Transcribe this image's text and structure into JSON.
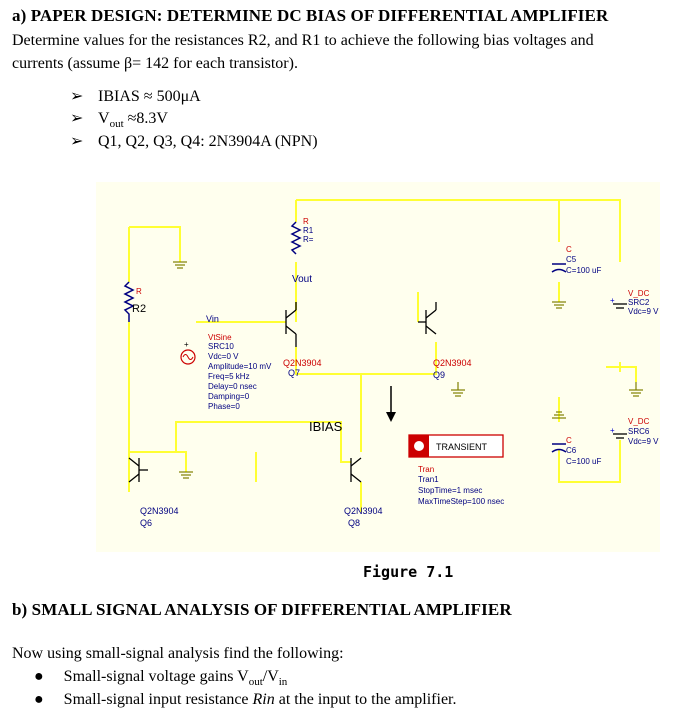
{
  "section_a": {
    "heading": "a) PAPER DESIGN: DETERMINE DC BIAS OF DIFFERENTIAL AMPLIFIER",
    "intro_line1": "Determine values for the resistances R2, and R1 to achieve the following bias voltages and",
    "intro_line2": "currents (assume β= 142 for each transistor).",
    "bullets": [
      {
        "prefix": "IBIAS ≈ 500μA"
      },
      {
        "prefix": "V",
        "sub": "out",
        "suffix": " ≈8.3V"
      },
      {
        "prefix": "Q1, Q2, Q3, Q4: 2N3904A (NPN)"
      }
    ]
  },
  "schematic": {
    "r1": {
      "type": "R",
      "name": "R1",
      "value": "R="
    },
    "r2": {
      "type": "R",
      "name": "R2"
    },
    "vout_label": "Vout",
    "vin_label": "Vin",
    "vsin": {
      "name": "VtSine",
      "ref": "SRC10",
      "vdc": "Vdc=0 V",
      "amp": "Amplitude=10 mV",
      "freq": "Freq=5 kHz",
      "delay": "Delay=0 nsec",
      "damping": "Damping=0",
      "phase": "Phase=0"
    },
    "q7": {
      "model": "Q2N3904",
      "ref": "Q7"
    },
    "q9": {
      "model": "Q2N3904",
      "ref": "Q9"
    },
    "q6": {
      "model": "Q2N3904",
      "ref": "Q6"
    },
    "q8": {
      "model": "Q2N3904",
      "ref": "Q8"
    },
    "ibias_label": "IBIAS",
    "c5": {
      "type": "C",
      "ref": "C5",
      "value": "C=100 uF"
    },
    "c6": {
      "type": "C",
      "ref": "C6",
      "value": "C=100 uF"
    },
    "src2": {
      "type": "V_DC",
      "ref": "SRC2",
      "value": "Vdc=9 V"
    },
    "src6": {
      "type": "V_DC",
      "ref": "SRC6",
      "value": "Vdc=9 V"
    },
    "transient": {
      "button": "TRANSIENT",
      "type": "Tran",
      "name": "Tran1",
      "stop": "StopTime=1 msec",
      "step": "MaxTimeStep=100 nsec"
    },
    "colors": {
      "wire": "#ffff33",
      "background": "#ffffee",
      "component": "#000080",
      "label": "#cc0000",
      "ground": "#808000"
    }
  },
  "figure_caption": "Figure 7.1",
  "section_b": {
    "heading": "b) SMALL SIGNAL ANALYSIS OF DIFFERENTIAL AMPLIFIER",
    "intro": "Now using small-signal analysis find the following:",
    "bullets": [
      {
        "a": "Small-signal voltage gains V",
        "sub1": "out",
        "b": "/V",
        "sub2": "in",
        "c": ""
      },
      {
        "a": "Small-signal input resistance ",
        "em": "Rin",
        "c": " at the input to the amplifier."
      }
    ]
  }
}
